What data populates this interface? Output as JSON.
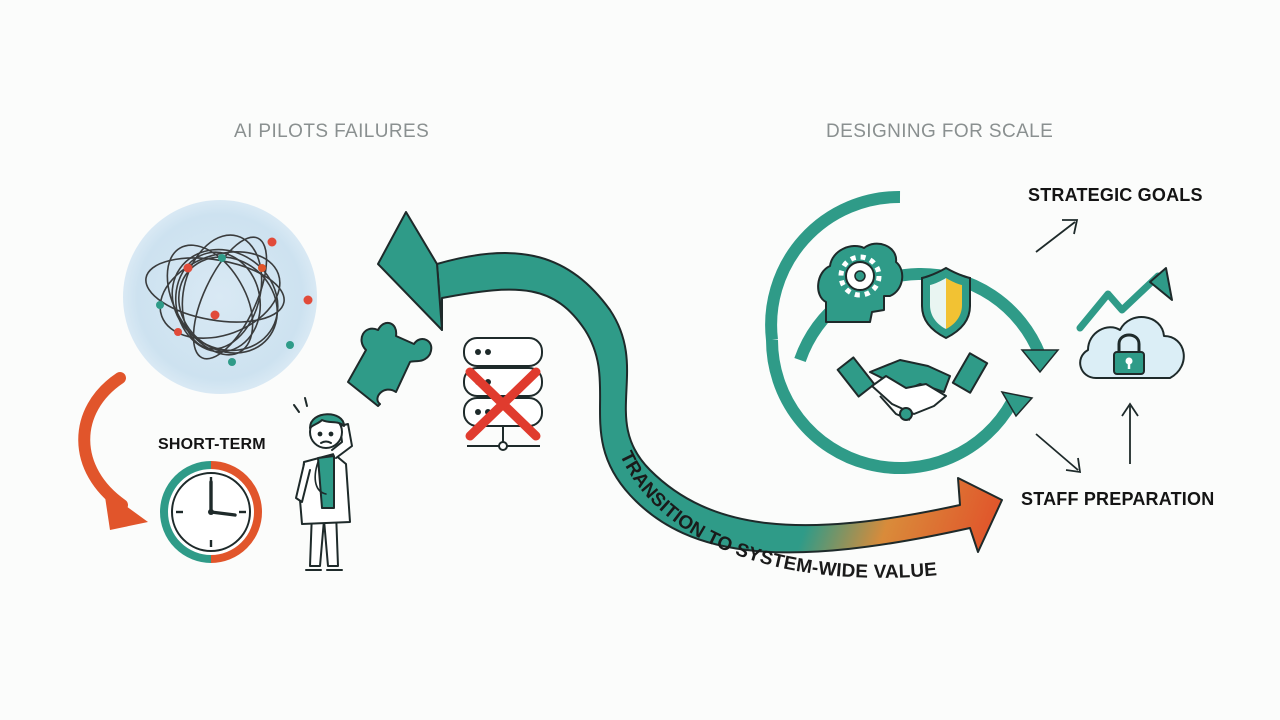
{
  "sections": {
    "left_title": "AI PILOTS FAILURES",
    "right_title": "DESIGNING FOR SCALE"
  },
  "labels": {
    "short_term": "SHORT-TERM",
    "strategic_goals": "STRATEGIC GOALS",
    "staff_preparation": "STAFF PREPARATION",
    "transition": "TRANSITION TO SYSTEM-WIDE VALUE"
  },
  "icons": [
    "tangled-network-icon",
    "curved-arrow-icon",
    "clock-icon",
    "confused-doctor-icon",
    "puzzle-piece-icon",
    "crossed-server-icon",
    "transition-arrow-icon",
    "cycle-arrows-icon",
    "brain-gear-icon",
    "shield-icon",
    "handshake-icon",
    "cloud-lock-growth-icon"
  ],
  "colors": {
    "teal": "#2f9b88",
    "orange": "#e1552b",
    "red": "#d93a2b",
    "yellow": "#f2c233",
    "circle_blue": "#cfe3f0",
    "ink": "#1e2a2a"
  }
}
